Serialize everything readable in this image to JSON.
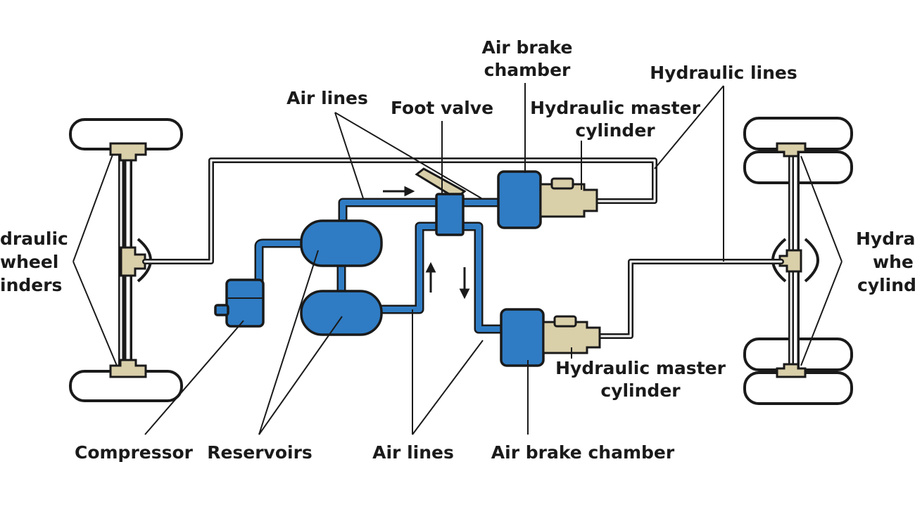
{
  "labels": {
    "air_brake_chamber_top_1": "Air brake",
    "air_brake_chamber_top_2": "chamber",
    "hydraulic_lines": "Hydraulic lines",
    "air_lines_top": "Air lines",
    "foot_valve": "Foot valve",
    "hyd_master_top_1": "Hydraulic master",
    "hyd_master_top_2": "cylinder",
    "left_wheel_1": "draulic",
    "left_wheel_2": "wheel",
    "left_wheel_3": "inders",
    "right_wheel_1": "Hydra",
    "right_wheel_2": "whe",
    "right_wheel_3": "cylind",
    "hyd_master_bottom_1": "Hydraulic master",
    "hyd_master_bottom_2": "cylinder",
    "compressor": "Compressor",
    "reservoirs": "Reservoirs",
    "air_lines_bottom": "Air lines",
    "air_brake_chamber_bottom": "Air brake chamber"
  },
  "colors": {
    "air_component": "#2f7cc4",
    "hydraulic_component": "#d9cfa9",
    "outline": "#1a1a1a"
  }
}
